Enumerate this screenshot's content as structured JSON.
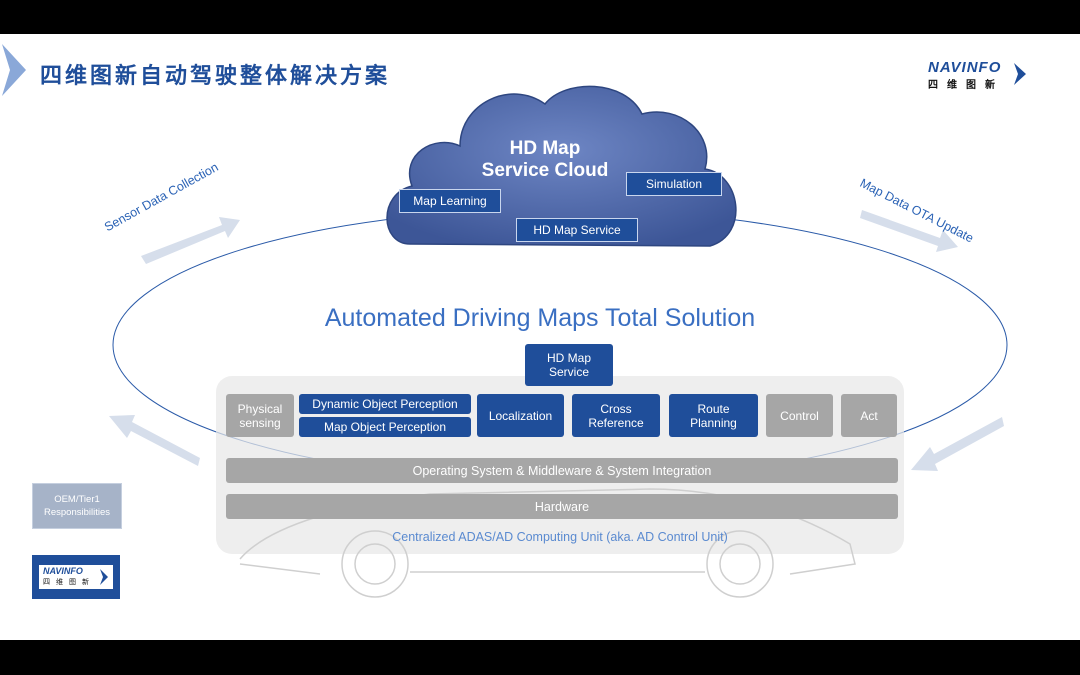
{
  "slide": {
    "title": "四维图新自动驾驶整体解决方案",
    "logo": {
      "brand": "NAVINFO",
      "sub": "四维图新"
    },
    "cloud": {
      "title_line1": "HD Map",
      "title_line2": "Service Cloud",
      "map_learning": "Map Learning",
      "simulation": "Simulation",
      "hd_map_service": "HD Map Service"
    },
    "arrows": {
      "left_label": "Sensor Data Collection",
      "right_label": "Map Data OTA Update"
    },
    "main_title": "Automated Driving Maps Total Solution",
    "hd_map_service_box": {
      "line1": "HD Map",
      "line2": "Service"
    },
    "modules": {
      "physical_line1": "Physical",
      "physical_line2": "sensing",
      "dynamic_object": "Dynamic Object Perception",
      "map_object": "Map Object Perception",
      "localization": "Localization",
      "cross_line1": "Cross",
      "cross_line2": "Reference",
      "route_line1": "Route",
      "route_line2": "Planning",
      "control": "Control",
      "act": "Act"
    },
    "os_bar": "Operating System & Middleware & System Integration",
    "hardware_bar": "Hardware",
    "unit_label": "Centralized ADAS/AD Computing Unit (aka. AD Control Unit)",
    "legend": {
      "oem_line1": "OEM/Tier1",
      "oem_line2": "Responsibilities"
    },
    "colors": {
      "navinfo_blue": "#1f4e9a",
      "oem_gray": "#a6a6a6",
      "cloud_fill": "#4a64a6"
    }
  }
}
